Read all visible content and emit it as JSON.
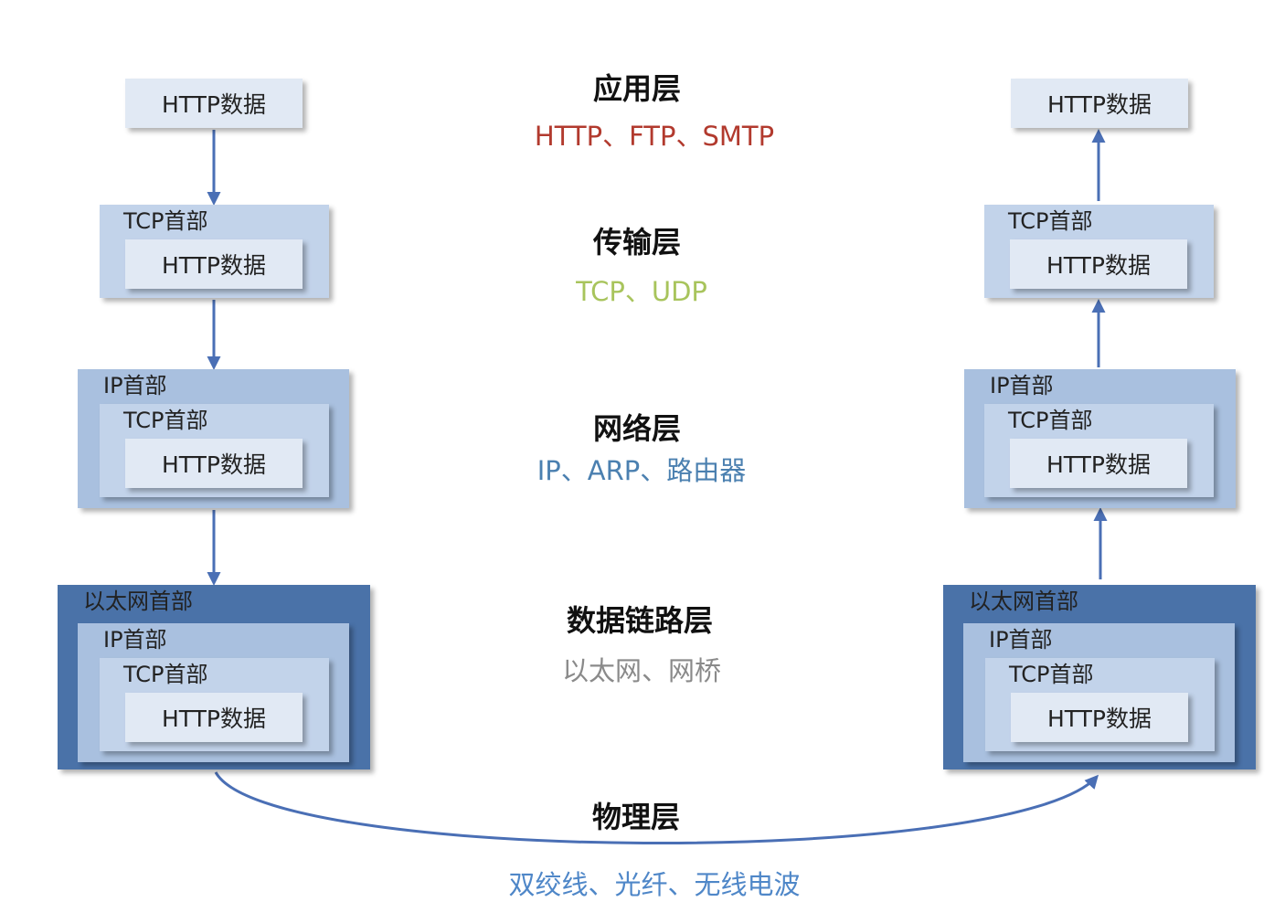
{
  "labels": {
    "http": "HTTP数据",
    "tcp": "TCP首部",
    "ip": "IP首部",
    "eth": "以太网首部"
  },
  "layers": [
    {
      "name": "应用层",
      "protocols": "HTTP、FTP、SMTP",
      "color": "#b23a2e"
    },
    {
      "name": "传输层",
      "protocols": "TCP、UDP",
      "color": "#a8c45c"
    },
    {
      "name": "网络层",
      "protocols": "IP、ARP、路由器",
      "color": "#4b80b0"
    },
    {
      "name": "数据链路层",
      "protocols": "以太网、网桥",
      "color": "#8a8a8a"
    },
    {
      "name": "物理层",
      "protocols": "双绞线、光纤、无线电波",
      "color": "#4f87c8"
    }
  ],
  "colors": {
    "arrow": "#4a6fb5",
    "ethernet_frame": "#4a72a8",
    "ip_packet": "#a9c0df",
    "tcp_segment": "#c2d3ea",
    "http_data": "#e1e9f4"
  }
}
